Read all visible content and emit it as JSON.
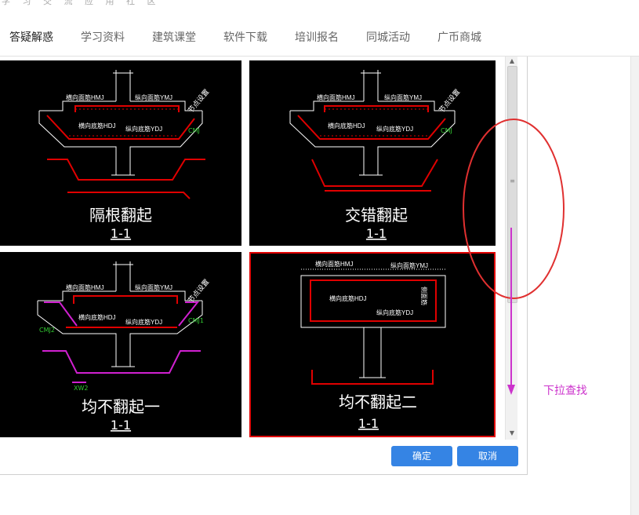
{
  "site": {
    "top_text": "学 习 交 流 应 用 社 区"
  },
  "nav": {
    "tabs": [
      {
        "label": "答疑解惑"
      },
      {
        "label": "学习资料"
      },
      {
        "label": "建筑课堂"
      },
      {
        "label": "软件下载"
      },
      {
        "label": "培训报名"
      },
      {
        "label": "同城活动"
      },
      {
        "label": "广币商城"
      }
    ]
  },
  "options": [
    {
      "title": "隔根翻起",
      "section": "1-1",
      "lbl_hm": "横向面筋HMJ",
      "lbl_ym": "纵向面筋YMJ",
      "lbl_hd": "横向底筋HDJ",
      "lbl_yd": "纵向底筋YDJ",
      "side": "节点设置",
      "cmj": "CMJ",
      "selected": false
    },
    {
      "title": "交错翻起",
      "section": "1-1",
      "lbl_hm": "横向面筋HMJ",
      "lbl_ym": "纵向面筋YMJ",
      "lbl_hd": "横向底筋HDJ",
      "lbl_yd": "纵向底筋YDJ",
      "side": "节点设置",
      "cmj": "CMJ",
      "selected": false
    },
    {
      "title": "均不翻起一",
      "section": "1-1",
      "lbl_hm": "横向面筋HMJ",
      "lbl_ym": "纵向面筋YMJ",
      "lbl_hd": "横向底筋HDJ",
      "lbl_yd": "纵向底筋YDJ",
      "side": "节点设置",
      "cmj": "CMJ1",
      "cmj2": "CMJ2",
      "xw": "XW2",
      "selected": false
    },
    {
      "title": "均不翻起二",
      "section": "1-1",
      "lbl_hm": "横向面筋HMJ",
      "lbl_ym": "纵向面筋YMJ",
      "lbl_hd": "横向底筋HDJ",
      "lbl_yd": "纵向底筋YDJ",
      "side": "侧面筋",
      "selected": true
    }
  ],
  "dialog": {
    "confirm_label": "确定",
    "cancel_label": "取消"
  },
  "annotation": {
    "text": "下拉查找",
    "color": "#cc33cc",
    "ellipse_color": "#e03030"
  },
  "scrollbar": {
    "up": "▲",
    "down": "▼",
    "grip": "≡"
  }
}
